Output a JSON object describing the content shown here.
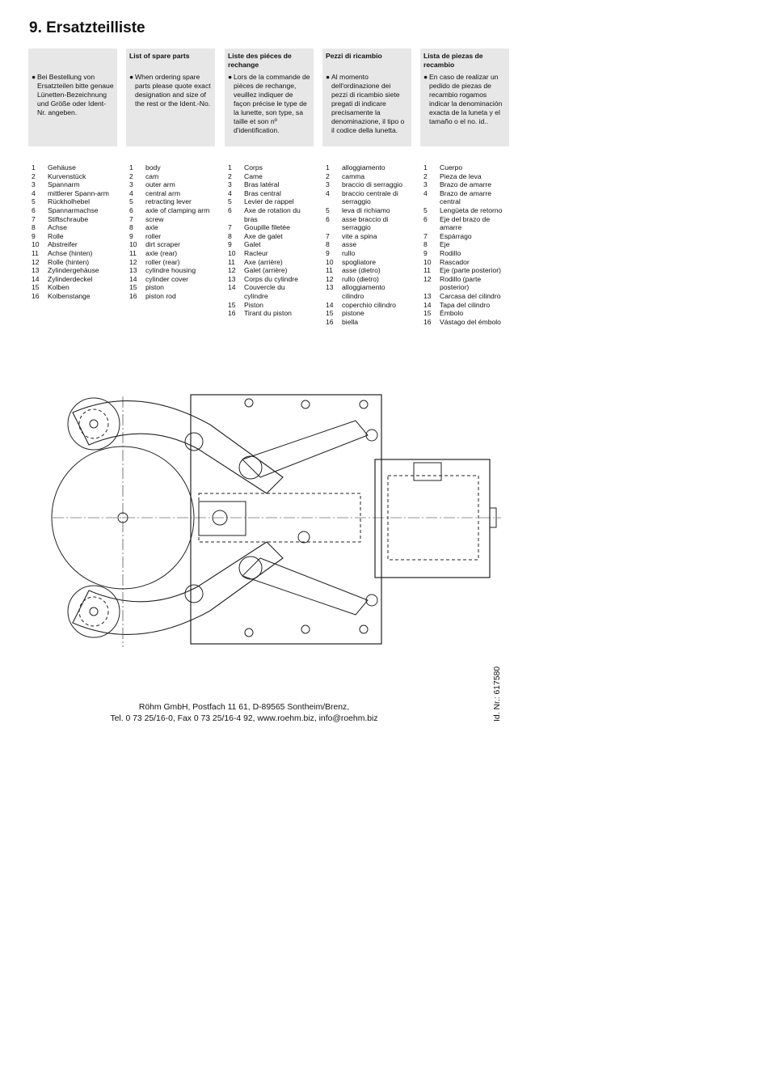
{
  "title": "9. Ersatzteilliste",
  "columns": [
    {
      "header": "",
      "note": "Bei Bestellung von Ersatzteilen bitte genaue Lünetten-Bezeichnung und Größe oder Ident-Nr. angeben.",
      "items": [
        {
          "n": "1",
          "t": "Gehäuse"
        },
        {
          "n": "2",
          "t": "Kurvenstück"
        },
        {
          "n": "3",
          "t": "Spannarm"
        },
        {
          "n": "4",
          "t": "mittlerer Spann-arm"
        },
        {
          "n": "5",
          "t": "Rückholhebel"
        },
        {
          "n": "6",
          "t": "Spannarmachse"
        },
        {
          "n": "7",
          "t": "Stiftschraube"
        },
        {
          "n": "8",
          "t": "Achse"
        },
        {
          "n": "9",
          "t": "Rolle"
        },
        {
          "n": "10",
          "t": "Abstreifer"
        },
        {
          "n": "11",
          "t": "Achse (hinten)"
        },
        {
          "n": "12",
          "t": "Rolle (hinten)"
        },
        {
          "n": "13",
          "t": "Zylindergehäuse"
        },
        {
          "n": "14",
          "t": "Zylinderdeckel"
        },
        {
          "n": "15",
          "t": "Kolben"
        },
        {
          "n": "16",
          "t": "Kolbenstange"
        }
      ]
    },
    {
      "header": "List of spare parts",
      "note": "When ordering spare parts please quote exact designation and size of the rest or the Ident.-No.",
      "items": [
        {
          "n": "1",
          "t": "body"
        },
        {
          "n": "2",
          "t": "cam"
        },
        {
          "n": "3",
          "t": "outer arm"
        },
        {
          "n": "4",
          "t": "central arm"
        },
        {
          "n": "5",
          "t": "retracting lever"
        },
        {
          "n": "6",
          "t": "axle of clamping arm"
        },
        {
          "n": "7",
          "t": "screw"
        },
        {
          "n": "8",
          "t": "axle"
        },
        {
          "n": "9",
          "t": "roller"
        },
        {
          "n": "10",
          "t": "dirt scraper"
        },
        {
          "n": "11",
          "t": "axle (rear)"
        },
        {
          "n": "12",
          "t": "roller (rear)"
        },
        {
          "n": "13",
          "t": "cylindre housing"
        },
        {
          "n": "14",
          "t": "cylinder cover"
        },
        {
          "n": "15",
          "t": "piston"
        },
        {
          "n": "16",
          "t": "piston rod"
        }
      ]
    },
    {
      "header": "Liste des piéces de rechange",
      "note": "Lors de la commande de pièces de rechange, veuillez indiquer de façon précise le type de la lunette, son type, sa taille et son nº d'identification.",
      "items": [
        {
          "n": "1",
          "t": "Corps"
        },
        {
          "n": "2",
          "t": "Came"
        },
        {
          "n": "3",
          "t": "Bras latéral"
        },
        {
          "n": "4",
          "t": "Bras central"
        },
        {
          "n": "5",
          "t": "Levier de rappel"
        },
        {
          "n": "6",
          "t": "Axe de rotation du bras"
        },
        {
          "n": "7",
          "t": "Goupille filetée"
        },
        {
          "n": "8",
          "t": "Axe de galet"
        },
        {
          "n": "9",
          "t": "Galet"
        },
        {
          "n": "10",
          "t": "Racleur"
        },
        {
          "n": "11",
          "t": "Axe (arrière)"
        },
        {
          "n": "12",
          "t": "Galet (arrière)"
        },
        {
          "n": "13",
          "t": "Corps du cylindre"
        },
        {
          "n": "14",
          "t": "Couvercle du cylindre"
        },
        {
          "n": "15",
          "t": "Piston"
        },
        {
          "n": "16",
          "t": "Tirant du piston"
        }
      ]
    },
    {
      "header": "Pezzi di ricambio",
      "note": "Al momento dell'ordinazione dei pezzi di ricambio siete pregati di indicare precisamente la denominazione, il tipo o il codice della lunetta.",
      "items": [
        {
          "n": "1",
          "t": "alloggiamento"
        },
        {
          "n": "2",
          "t": "camma"
        },
        {
          "n": "3",
          "t": "braccio di serraggio"
        },
        {
          "n": "4",
          "t": "braccio centrale di serraggio"
        },
        {
          "n": "5",
          "t": "leva di richiamo"
        },
        {
          "n": "6",
          "t": "asse braccio di serraggio"
        },
        {
          "n": "7",
          "t": "vite a spina"
        },
        {
          "n": "8",
          "t": "asse"
        },
        {
          "n": "9",
          "t": "rullo"
        },
        {
          "n": "10",
          "t": "spogliatore"
        },
        {
          "n": "11",
          "t": "asse (dietro)"
        },
        {
          "n": "12",
          "t": "rullo (dietro)"
        },
        {
          "n": "13",
          "t": "alloggiamento cilindro"
        },
        {
          "n": "14",
          "t": "coperchio cilindro"
        },
        {
          "n": "15",
          "t": "pistone"
        },
        {
          "n": "16",
          "t": "biella"
        }
      ]
    },
    {
      "header": "Lista de piezas de recambio",
      "note": "En caso de realizar un pedido de piezas de recambio rogamos indicar la denominación exacta de la luneta y el tamaño o el no. id..",
      "items": [
        {
          "n": "1",
          "t": "Cuerpo"
        },
        {
          "n": "2",
          "t": "Pieza de leva"
        },
        {
          "n": "3",
          "t": "Brazo de amarre"
        },
        {
          "n": "4",
          "t": "Brazo de amarre central"
        },
        {
          "n": "5",
          "t": "Lengüeta de retorno"
        },
        {
          "n": "6",
          "t": "Eje del brazo de amarre"
        },
        {
          "n": "7",
          "t": "Espárrago"
        },
        {
          "n": "8",
          "t": "Eje"
        },
        {
          "n": "9",
          "t": "Rodillo"
        },
        {
          "n": "10",
          "t": "Rascador"
        },
        {
          "n": "11",
          "t": "Eje (parte posterior)"
        },
        {
          "n": "12",
          "t": "Rodillo (parte posterior)"
        },
        {
          "n": "13",
          "t": "Carcasa del cilindro"
        },
        {
          "n": "14",
          "t": "Tapa del cilindro"
        },
        {
          "n": "15",
          "t": "Émbolo"
        },
        {
          "n": "16",
          "t": "Vástago del émbolo"
        }
      ]
    }
  ],
  "footer": {
    "line1": "Röhm GmbH, Postfach 11 61, D-89565 Sontheim/Brenz,",
    "line2": "Tel. 0 73 25/16-0, Fax 0 73 25/16-4 92, www.roehm.biz, info@roehm.biz"
  },
  "id_number": "Id. Nr.: 617580"
}
